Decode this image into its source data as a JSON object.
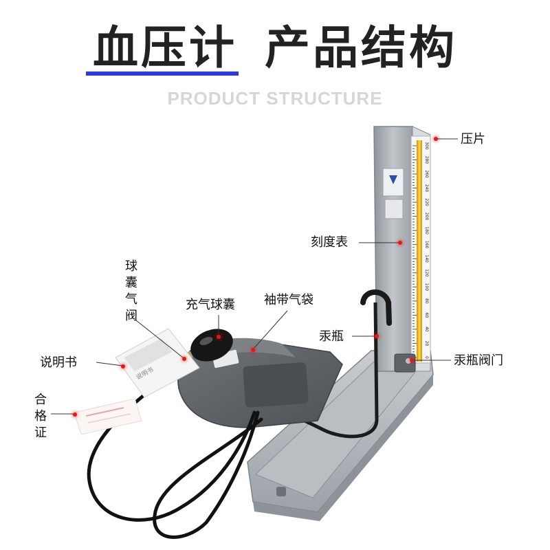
{
  "header": {
    "title_part1": "血压计",
    "title_part2": "产品结构",
    "subtitle": "PRODUCT STRUCTURE"
  },
  "labels": {
    "pressure_plate": "压片",
    "scale": "刻度表",
    "mercury_bottle": "汞瓶",
    "mercury_valve": "汞瓶阀门",
    "inflation_bulb": "充气球囊",
    "cuff_bag": "袖带气袋",
    "bulb_valve": "球囊气阀",
    "manual": "说明书",
    "certificate": "合格证"
  },
  "scale_ticks": [
    "300",
    "280",
    "260",
    "240",
    "220",
    "200",
    "180",
    "160",
    "140",
    "120",
    "100",
    "80",
    "60",
    "40",
    "20",
    "0"
  ],
  "colors": {
    "accent_underline": "#2f3bd1",
    "marker": "#e01919",
    "device_body": "#a9aeb3",
    "mercury_tube": "#e3b400"
  }
}
